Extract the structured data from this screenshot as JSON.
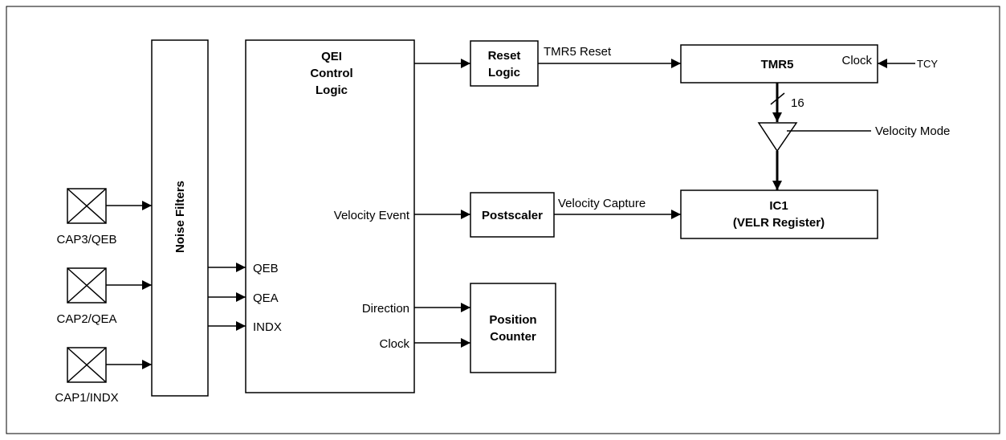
{
  "inputs": {
    "cap3": "CAP3/QEB",
    "cap2": "CAP2/QEA",
    "cap1": "CAP1/INDX"
  },
  "noise_filters": "Noise Filters",
  "qei": {
    "title_line1": "QEI",
    "title_line2": "Control",
    "title_line3": "Logic",
    "port_qeb": "QEB",
    "port_qea": "QEA",
    "port_indx": "INDX",
    "out_velocity_event": "Velocity Event",
    "out_direction": "Direction",
    "out_clock": "Clock"
  },
  "reset_logic": {
    "line1": "Reset",
    "line2": "Logic"
  },
  "tmr5": {
    "label": "TMR5",
    "clock_label": "Clock",
    "tcy": "TCY",
    "bus_width": "16"
  },
  "velocity_mode": "Velocity Mode",
  "postscaler": "Postscaler",
  "ic1": {
    "line1": "IC1",
    "line2": "(VELR Register)"
  },
  "position_counter": {
    "line1": "Position",
    "line2": "Counter"
  },
  "signals": {
    "tmr5_reset": "TMR5 Reset",
    "velocity_capture": "Velocity Capture"
  }
}
